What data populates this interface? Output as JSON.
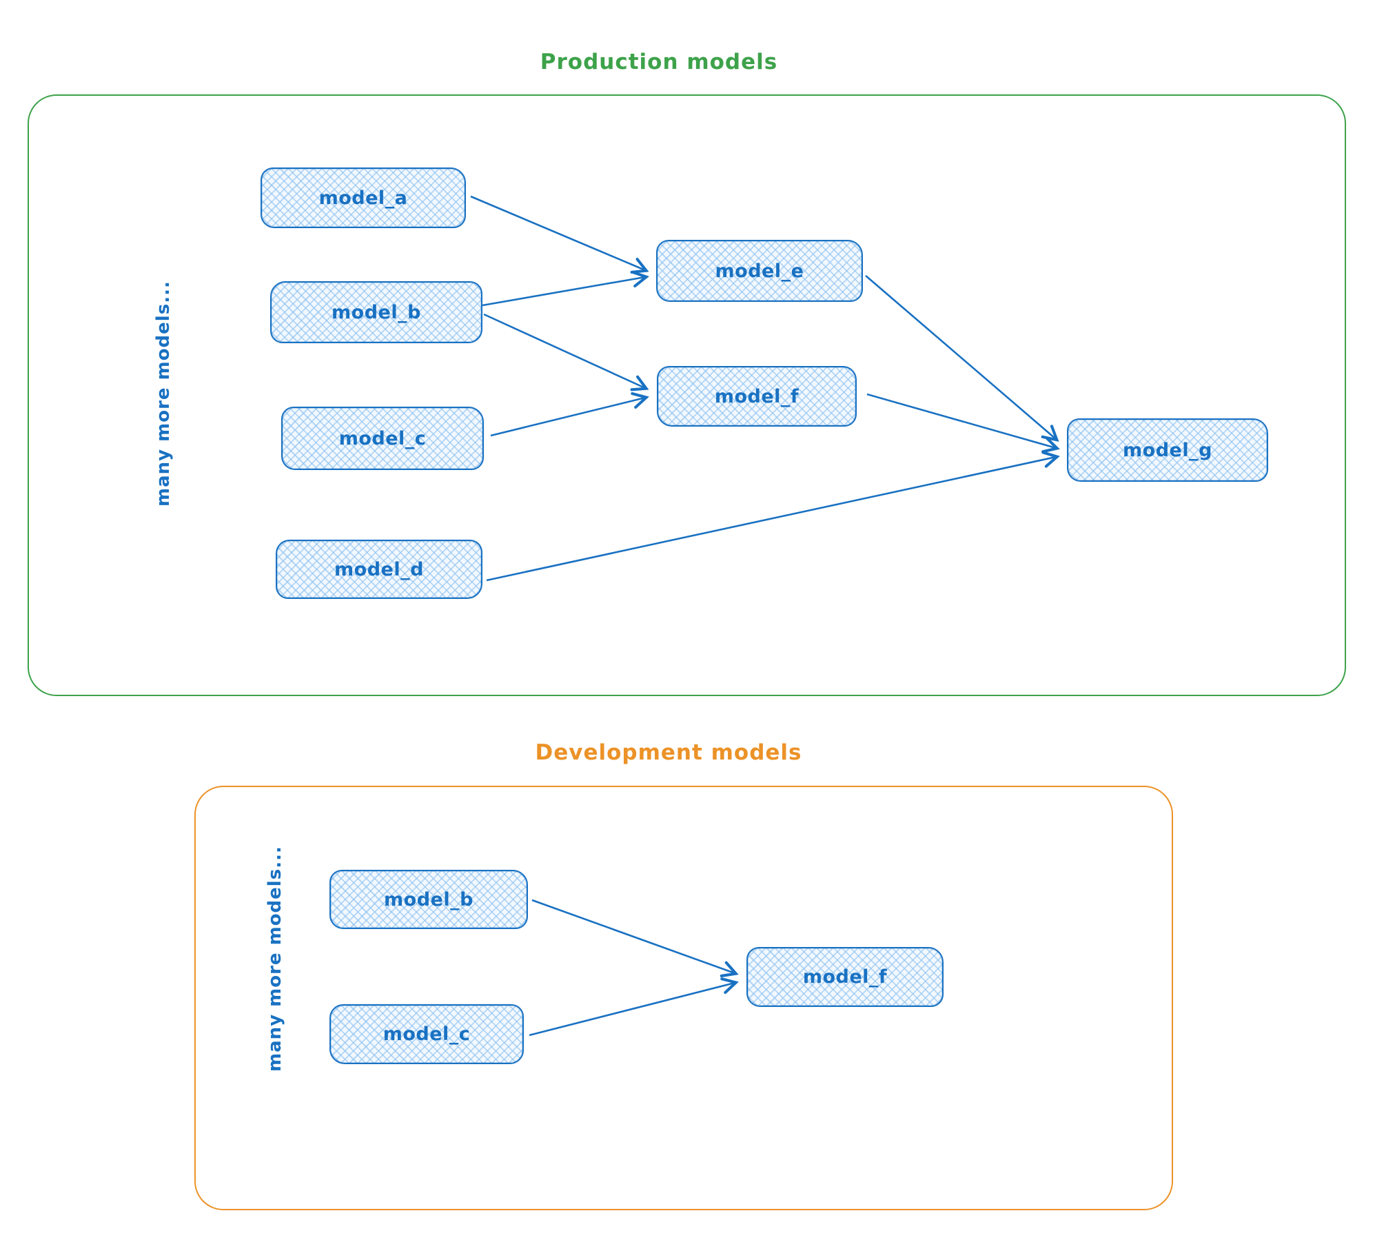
{
  "colors": {
    "node_stroke": "#1971c2",
    "node_fill_hatch": "#a5d8ff",
    "production_frame": "#3da24a",
    "development_frame": "#ec9227"
  },
  "sections": {
    "production": {
      "title": "Production models",
      "side_label": "many more models...",
      "nodes": [
        {
          "id": "model_a",
          "label": "model_a"
        },
        {
          "id": "model_b",
          "label": "model_b"
        },
        {
          "id": "model_c",
          "label": "model_c"
        },
        {
          "id": "model_d",
          "label": "model_d"
        },
        {
          "id": "model_e",
          "label": "model_e"
        },
        {
          "id": "model_f",
          "label": "model_f"
        },
        {
          "id": "model_g",
          "label": "model_g"
        }
      ],
      "edges": [
        {
          "from": "model_a",
          "to": "model_e"
        },
        {
          "from": "model_b",
          "to": "model_e"
        },
        {
          "from": "model_b",
          "to": "model_f"
        },
        {
          "from": "model_c",
          "to": "model_f"
        },
        {
          "from": "model_e",
          "to": "model_g"
        },
        {
          "from": "model_f",
          "to": "model_g"
        },
        {
          "from": "model_d",
          "to": "model_g"
        }
      ]
    },
    "development": {
      "title": "Development models",
      "side_label": "many more models...",
      "nodes": [
        {
          "id": "model_b",
          "label": "model_b"
        },
        {
          "id": "model_c",
          "label": "model_c"
        },
        {
          "id": "model_f",
          "label": "model_f"
        }
      ],
      "edges": [
        {
          "from": "model_b",
          "to": "model_f"
        },
        {
          "from": "model_c",
          "to": "model_f"
        }
      ]
    }
  }
}
